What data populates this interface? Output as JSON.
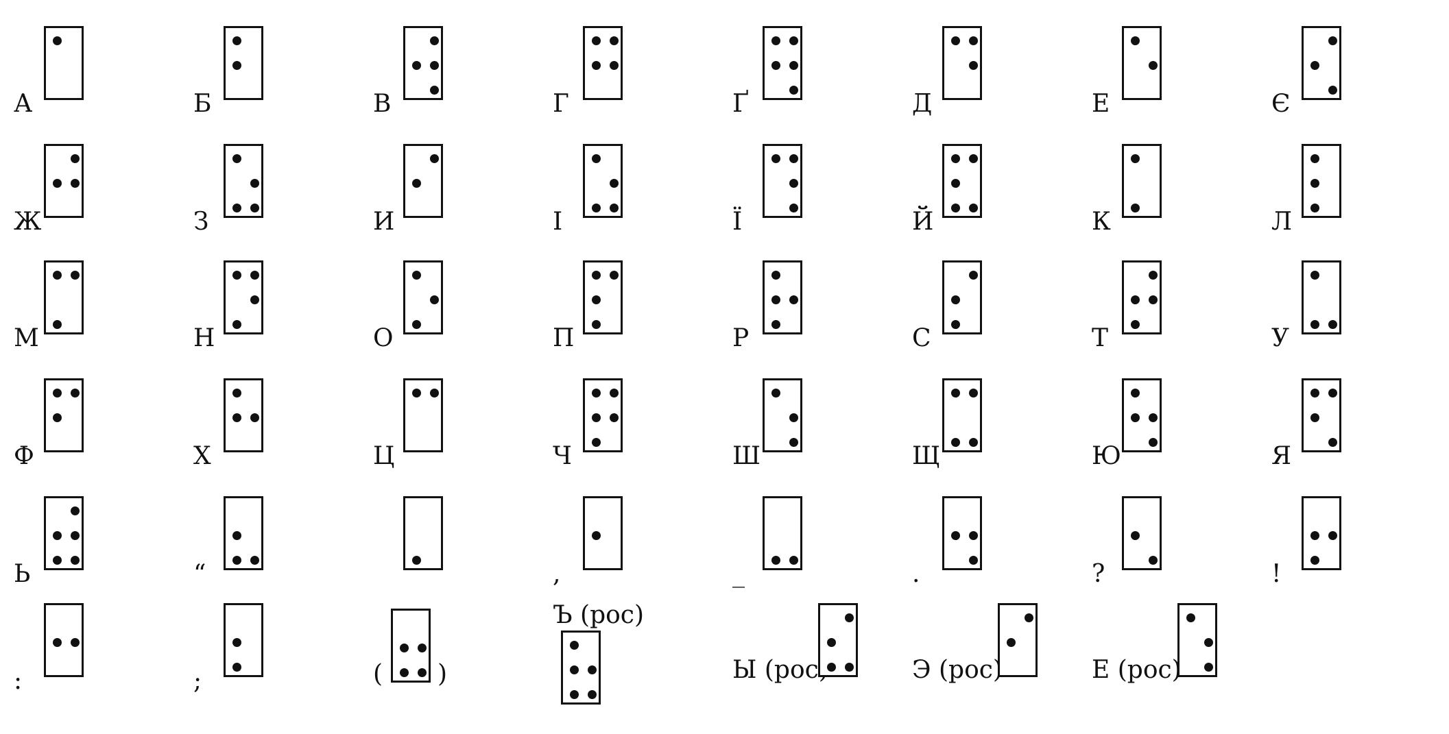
{
  "colors": {
    "ink": "#111111",
    "paper": "#ffffff"
  },
  "cells": [
    {
      "label": "А",
      "dots": [
        1
      ]
    },
    {
      "label": "Б",
      "dots": [
        1,
        2
      ]
    },
    {
      "label": "В",
      "dots": [
        2,
        4,
        5,
        6
      ]
    },
    {
      "label": "Г",
      "dots": [
        1,
        2,
        4,
        5
      ]
    },
    {
      "label": "Ґ",
      "dots": [
        1,
        2,
        4,
        5,
        6
      ]
    },
    {
      "label": "Д",
      "dots": [
        1,
        4,
        5
      ]
    },
    {
      "label": "Е",
      "dots": [
        1,
        5
      ]
    },
    {
      "label": "Є",
      "dots": [
        2,
        4,
        6
      ]
    },
    {
      "label": "Ж",
      "dots": [
        2,
        4,
        5
      ]
    },
    {
      "label": "З",
      "dots": [
        1,
        3,
        5,
        6
      ]
    },
    {
      "label": "И",
      "dots": [
        2,
        4
      ]
    },
    {
      "label": "І",
      "dots": [
        1,
        3,
        5,
        6
      ]
    },
    {
      "label": "Ї",
      "dots": [
        1,
        4,
        5,
        6
      ]
    },
    {
      "label": "Й",
      "dots": [
        1,
        2,
        3,
        4,
        6
      ]
    },
    {
      "label": "К",
      "dots": [
        1,
        3
      ]
    },
    {
      "label": "Л",
      "dots": [
        1,
        2,
        3
      ]
    },
    {
      "label": "М",
      "dots": [
        1,
        3,
        4
      ]
    },
    {
      "label": "Н",
      "dots": [
        1,
        3,
        4,
        5
      ]
    },
    {
      "label": "О",
      "dots": [
        1,
        3,
        5
      ]
    },
    {
      "label": "П",
      "dots": [
        1,
        2,
        3,
        4
      ]
    },
    {
      "label": "Р",
      "dots": [
        1,
        2,
        3,
        5
      ]
    },
    {
      "label": "С",
      "dots": [
        2,
        3,
        4
      ]
    },
    {
      "label": "Т",
      "dots": [
        2,
        3,
        4,
        5
      ]
    },
    {
      "label": "У",
      "dots": [
        1,
        3,
        6
      ]
    },
    {
      "label": "Ф",
      "dots": [
        1,
        2,
        4
      ]
    },
    {
      "label": "Х",
      "dots": [
        1,
        2,
        5
      ]
    },
    {
      "label": "Ц",
      "dots": [
        1,
        4
      ]
    },
    {
      "label": "Ч",
      "dots": [
        1,
        2,
        3,
        4,
        5
      ]
    },
    {
      "label": "Ш",
      "dots": [
        1,
        5,
        6
      ]
    },
    {
      "label": "Щ",
      "dots": [
        1,
        3,
        4,
        6
      ]
    },
    {
      "label": "Ю",
      "dots": [
        1,
        2,
        5,
        6
      ]
    },
    {
      "label": "Я",
      "dots": [
        1,
        2,
        4,
        6
      ]
    },
    {
      "label": "Ь",
      "dots": [
        2,
        3,
        4,
        5,
        6
      ]
    },
    {
      "label": "“",
      "dots": [
        2,
        3,
        6
      ]
    },
    {
      "label": "",
      "dots": [
        3
      ]
    },
    {
      "label": ",",
      "dots": [
        2
      ]
    },
    {
      "label": "_",
      "dots": [
        3,
        6
      ]
    },
    {
      "label": ".",
      "dots": [
        2,
        5,
        6
      ]
    },
    {
      "label": "?",
      "dots": [
        2,
        6
      ]
    },
    {
      "label": "!",
      "dots": [
        2,
        3,
        5
      ]
    },
    {
      "label": ":",
      "dots": [
        2,
        5
      ]
    },
    {
      "label": ";",
      "dots": [
        2,
        3
      ]
    },
    {
      "label": "(",
      "label2": ")",
      "dots": [
        2,
        3,
        5,
        6
      ]
    },
    {
      "label": "Ъ (рос)",
      "dots": [
        1,
        2,
        3,
        5,
        6
      ]
    },
    {
      "label": "Ы (рос)",
      "dots": [
        2,
        3,
        4,
        6
      ]
    },
    {
      "label": "Э (рос)",
      "dots": [
        2,
        4
      ]
    },
    {
      "label": "Е (рос)",
      "dots": [
        1,
        5,
        6
      ]
    }
  ]
}
